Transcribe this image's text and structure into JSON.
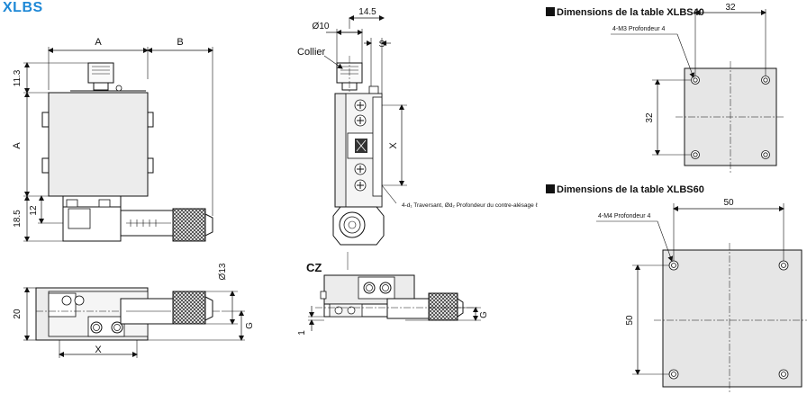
{
  "brand": "XLBS",
  "titles": {
    "xlbs40": "Dimensions de la table XLBS40",
    "xlbs60": "Dimensions de la table XLBS60"
  },
  "labels": {
    "a_top": "A",
    "b_top": "B",
    "a_left": "A",
    "d11_3": "11.3",
    "d12": "12",
    "d18_5": "18.5",
    "d20": "20",
    "x_bottom": "X",
    "phi13": "Ø13",
    "g_bottom": "G",
    "phi10": "Ø10",
    "d14_5": "14.5",
    "s": "S",
    "collier": "Collier",
    "x_side": "X",
    "hole_note": "4-d₁ Traversant, Ød₂ Profondeur du contre-alésage ℓ",
    "cz": "CZ",
    "d1": "1",
    "g_cz": "G",
    "t40_32w": "32",
    "t40_32h": "32",
    "t40_holes": "4-M3 Profondeur 4",
    "t60_50w": "50",
    "t60_50h": "50",
    "t60_holes": "4-M4 Profondeur 4"
  }
}
